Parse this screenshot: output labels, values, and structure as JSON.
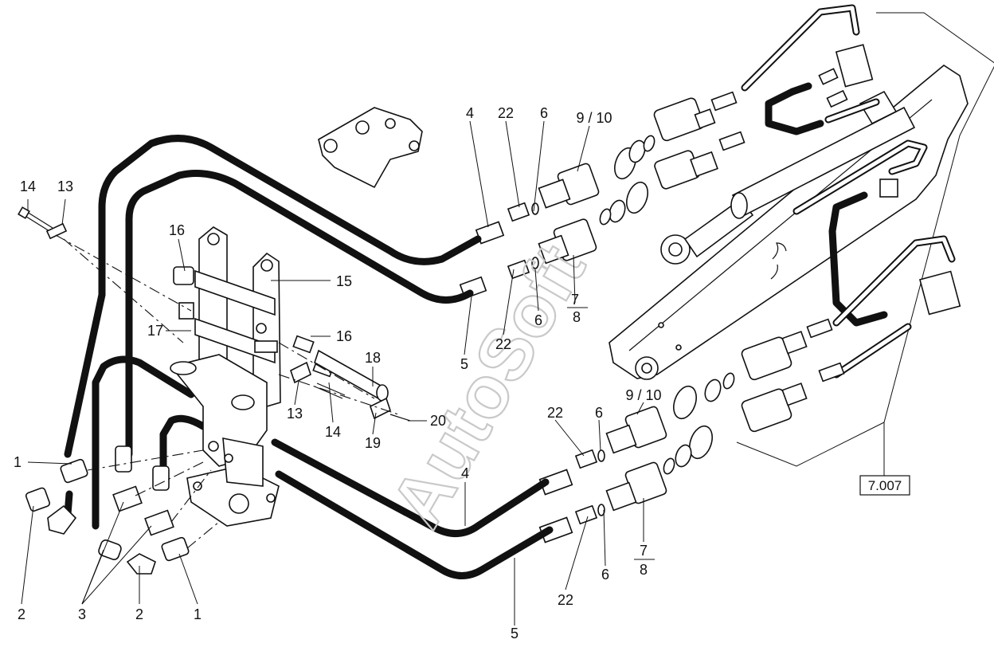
{
  "diagram": {
    "watermark": "AutoSoft",
    "reference_box": "7.007",
    "labels": {
      "l14_top": "14",
      "l13_top": "13",
      "l16_top": "16",
      "l15": "15",
      "l17": "17",
      "l16_mid": "16",
      "l18": "18",
      "l13_mid": "13",
      "l14_mid": "14",
      "l19": "19",
      "l20": "20",
      "l4_top": "4",
      "l22_top": "22",
      "l6_top": "6",
      "l9_10_top": "9 / 10",
      "l7_top": "7",
      "l8_top": "8",
      "l6_mid": "6",
      "l22_mid": "22",
      "l5_mid": "5",
      "l22_low": "22",
      "l6_low": "6",
      "l9_10_low": "9 / 10",
      "l4_low": "4",
      "l7_low": "7",
      "l8_low": "8",
      "l22_bot": "22",
      "l6_bot": "6",
      "l5_bot": "5",
      "l1_left": "1",
      "l2_left": "2",
      "l3": "3",
      "l2_right": "2",
      "l1_right": "1"
    }
  }
}
